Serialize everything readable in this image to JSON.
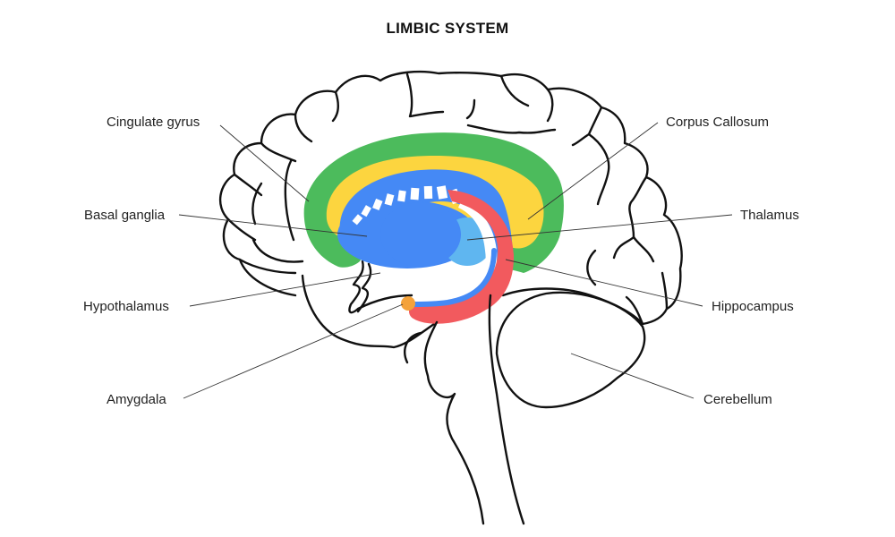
{
  "title": "LIMBIC SYSTEM",
  "colors": {
    "cingulate_gyrus": "#4cbb5c",
    "corpus_callosum": "#fcd53f",
    "basal_ganglia": "#4589f5",
    "thalamus": "#5fb6f0",
    "hippocampus": "#f25a5e",
    "fornix": "#4589f5",
    "amygdala": "#f4a23a",
    "outline": "#111111"
  },
  "labels": {
    "cingulate_gyrus": "Cingulate gyrus",
    "basal_ganglia": "Basal ganglia",
    "hypothalamus": "Hypothalamus",
    "amygdala": "Amygdala",
    "corpus_callosum": "Corpus Callosum",
    "thalamus": "Thalamus",
    "hippocampus": "Hippocampus",
    "cerebellum": "Cerebellum"
  }
}
